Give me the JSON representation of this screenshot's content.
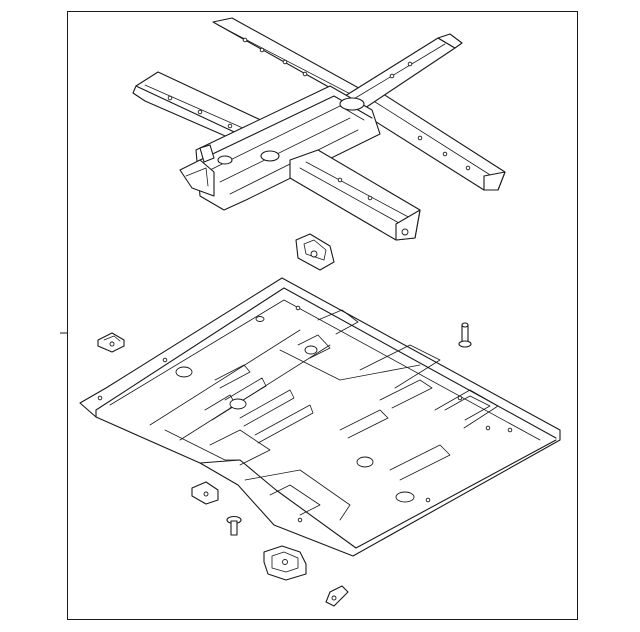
{
  "diagram": {
    "parts": [
      {
        "name": "rear-crossmember-frame-assembly"
      },
      {
        "name": "gusset-bracket"
      },
      {
        "name": "rear-floor-pan"
      },
      {
        "name": "left-mounting-bracket"
      },
      {
        "name": "stud-pin-right"
      },
      {
        "name": "lower-bracket"
      },
      {
        "name": "bolt-stud"
      },
      {
        "name": "center-support-bracket"
      },
      {
        "name": "hook-bracket"
      }
    ],
    "callout_leaders": 1
  }
}
